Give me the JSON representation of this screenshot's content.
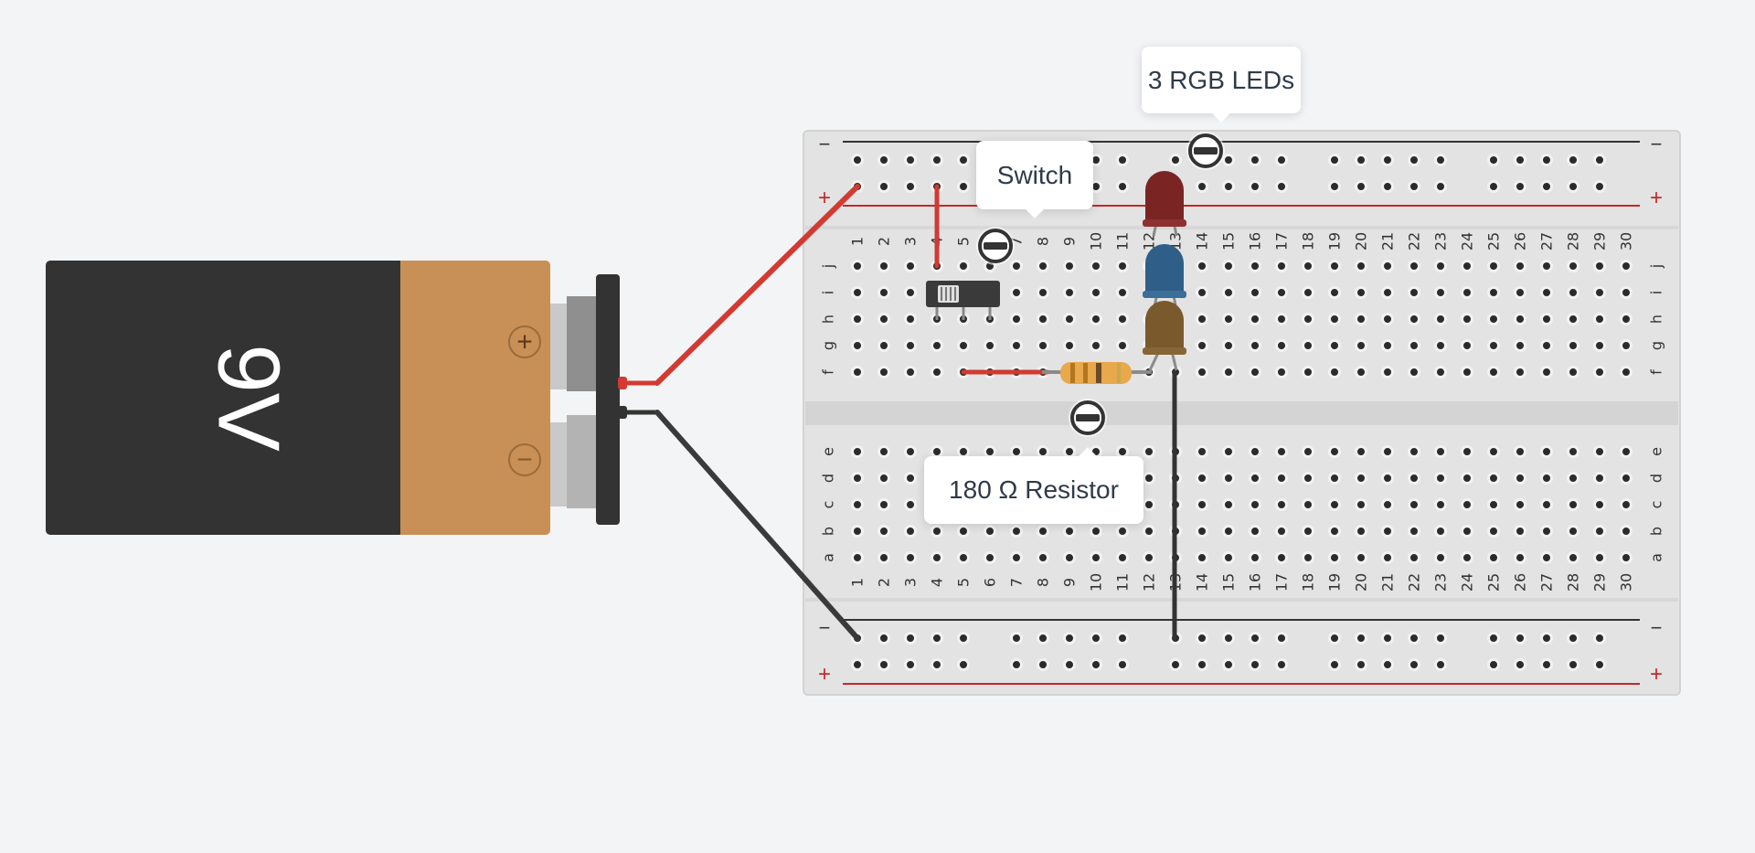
{
  "battery": {
    "label": "9V",
    "plus_symbol": "+",
    "minus_symbol": "−"
  },
  "breadboard": {
    "columns": 30,
    "top_row_letters": [
      "j",
      "i",
      "h",
      "g",
      "f"
    ],
    "bottom_row_letters": [
      "e",
      "d",
      "c",
      "b",
      "a"
    ],
    "rail_minus_symbol": "−",
    "rail_plus_symbol": "+"
  },
  "annotations": {
    "leds": "3 RGB LEDs",
    "switch": "Switch",
    "resistor": "180 Ω Resistor"
  },
  "colors": {
    "background": "#f3f4f6",
    "breadboard": "#e3e3e3",
    "battery_body": "#333333",
    "battery_cap": "#c89056",
    "wire_red": "#d23a32",
    "wire_black": "#333333",
    "rail_red": "#c62828",
    "led_red": "#7a2424",
    "led_blue": "#2f5f88",
    "led_yellow": "#7a5a2c",
    "callout_text": "#2f3a4a"
  },
  "icons": {
    "callout_marker": "minus-circle-icon"
  }
}
